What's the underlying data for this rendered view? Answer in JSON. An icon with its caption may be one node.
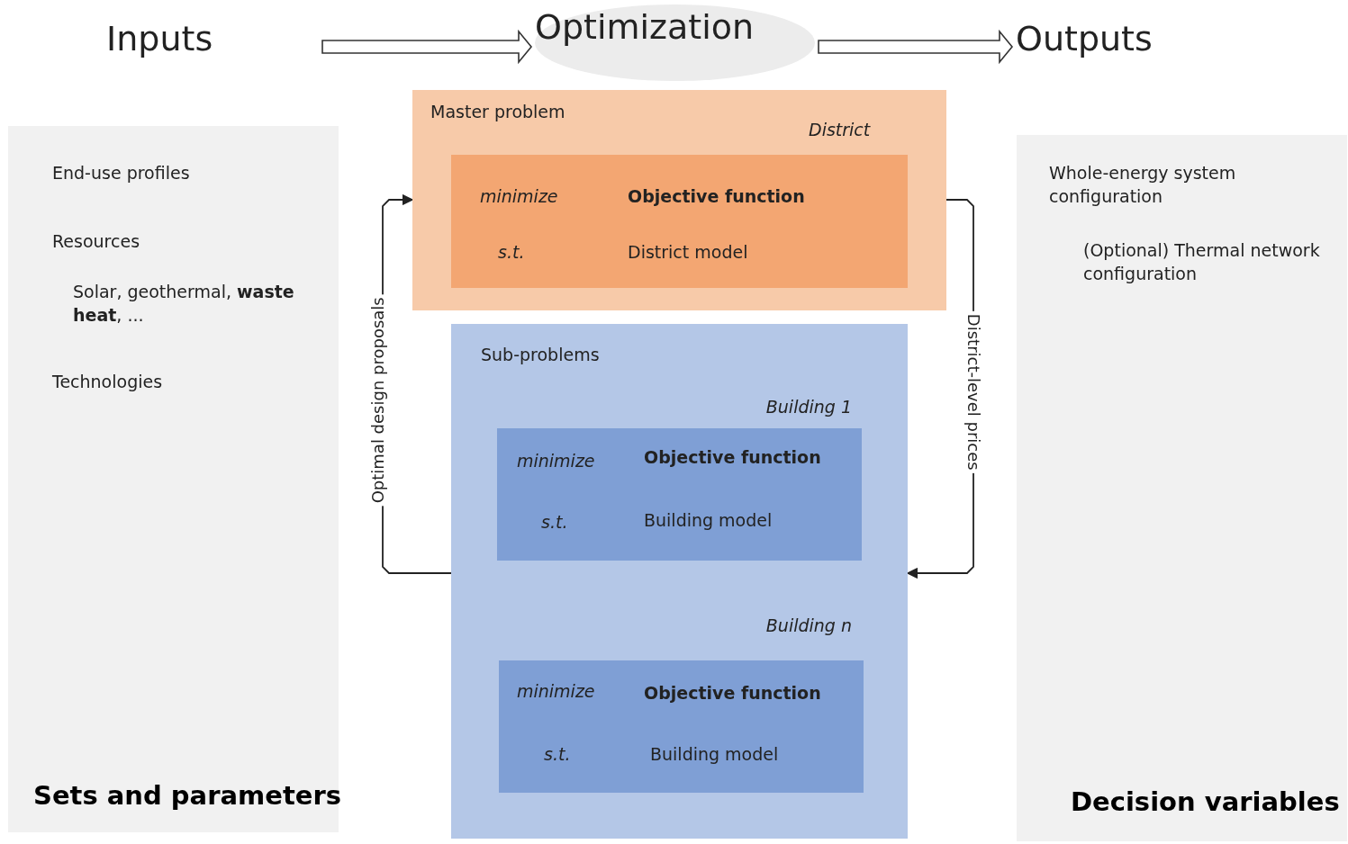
{
  "diagram": {
    "nodes": [
      {
        "text": [
          "Inputs"
        ]
      },
      {
        "text": [
          "Optimization"
        ]
      },
      {
        "text": [
          "Outputs"
        ]
      },
      {
        "text": [
          "End-use profiles",
          "Resources",
          "Solar, geothermal, **waste heat**, ...",
          "Technologies",
          "Sets and parameters"
        ]
      },
      {
        "text": [
          "Master problem",
          "District"
        ]
      },
      {
        "text": [
          "minimize",
          "Objective function",
          "s.t.",
          "District model"
        ],
        "in": 4
      },
      {
        "text": [
          "Sub-problems"
        ]
      },
      {
        "text": [
          "minimize",
          "Objective function",
          "s.t.",
          "Building model"
        ],
        "in": 6,
        "beside": [
          "Building 1"
        ]
      },
      {
        "text": [
          "minimize",
          "Objective function",
          "s.t.",
          "Building model"
        ],
        "in": 6,
        "beside": [
          "Building n"
        ]
      },
      {
        "text": [
          "Whole-energy system configuration",
          "(Optional) Thermal network configuration",
          "Decision variables"
        ]
      }
    ],
    "edges": [
      {
        "from": 0,
        "to": 1,
        "arrow": "to"
      },
      {
        "from": 1,
        "to": 2,
        "arrow": "to"
      },
      {
        "from": 6,
        "to": 4,
        "arrow": "to",
        "label": "Optimal design proposals"
      },
      {
        "from": 4,
        "to": 6,
        "arrow": "to",
        "label": "District-level prices"
      }
    ]
  }
}
